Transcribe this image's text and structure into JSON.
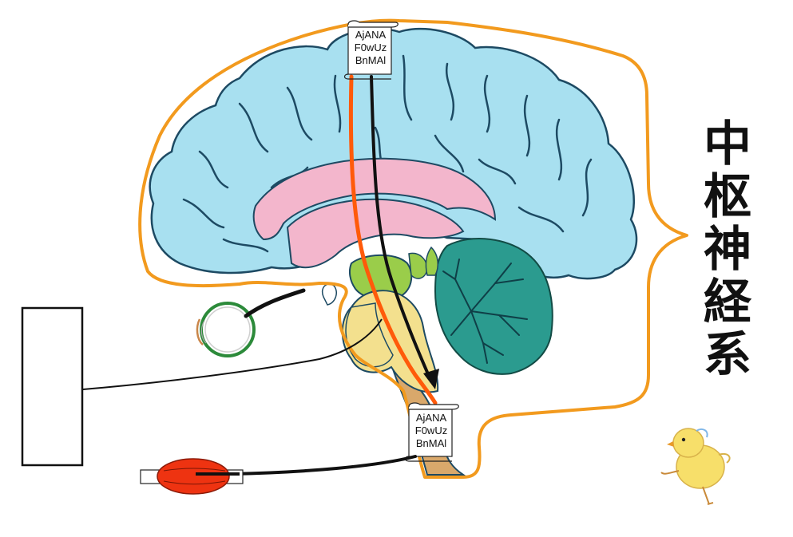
{
  "title_chars": [
    "中",
    "枢",
    "神",
    "経",
    "系"
  ],
  "labels": {
    "top": [
      "AjANA",
      "F0wUz",
      "BnMAl"
    ],
    "spinal": [
      "AjANA",
      "F0wUz",
      "BnMAl"
    ]
  },
  "colors": {
    "cerebrum": "#a8e0f0",
    "cerebrum_line": "#1d4a63",
    "limbic": "#f3b6cc",
    "diencephalon": "#9acd4a",
    "brainstem": "#f3e08e",
    "spinal_cord": "#d9a86b",
    "cerebellum": "#2b9b8f",
    "cns_outline": "#f29a1e",
    "motor_path": "#ff5a0a",
    "muscle": "#ee3311"
  }
}
